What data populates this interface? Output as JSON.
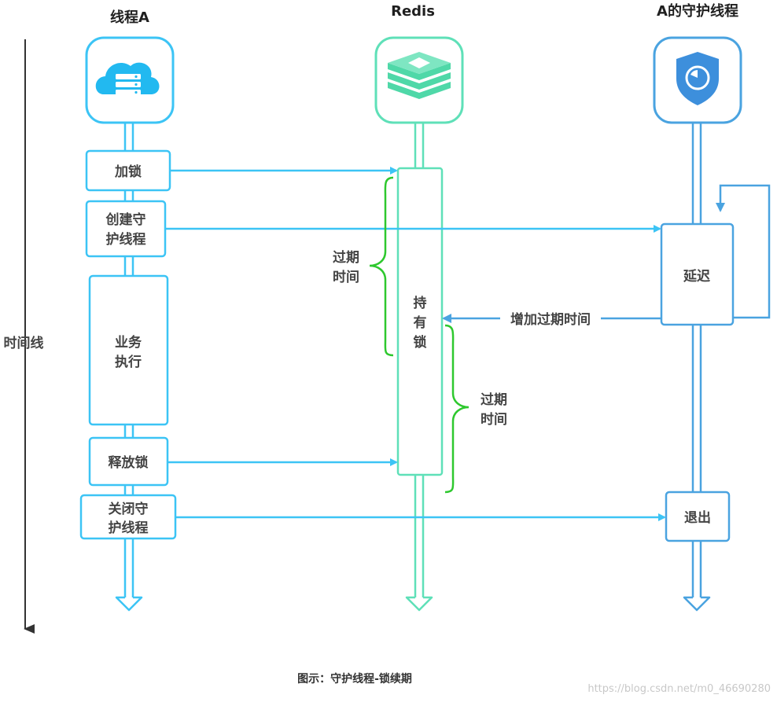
{
  "lanes": {
    "thread_a": "线程A",
    "redis": "Redis",
    "guard": "A的守护线程"
  },
  "timeline_label": "时间线",
  "thread_a_steps": {
    "lock": "加锁",
    "create_guard_1": "创建守",
    "create_guard_2": "护线程",
    "business_1": "业务",
    "business_2": "执行",
    "release": "释放锁",
    "close_guard_1": "关闭守",
    "close_guard_2": "护线程"
  },
  "redis_box": {
    "line1": "持",
    "line2": "有",
    "line3": "锁"
  },
  "expire_left": {
    "line1": "过期",
    "line2": "时间"
  },
  "expire_right": {
    "line1": "过期",
    "line2": "时间"
  },
  "guard_steps": {
    "delay": "延迟",
    "exit": "退出"
  },
  "extend_label": "增加过期时间",
  "caption": "图示：守护线程-锁续期",
  "watermark": "https://blog.csdn.net/m0_46690280",
  "icons": {
    "thread_a": "cloud-server-icon",
    "redis": "redis-stack-icon",
    "guard": "shield-icon"
  },
  "colors": {
    "thread_a": "#3cc4f5",
    "redis": "#5fe0b8",
    "guard": "#4aa3e0",
    "brace": "#2ec82e",
    "timeline": "#333333"
  }
}
